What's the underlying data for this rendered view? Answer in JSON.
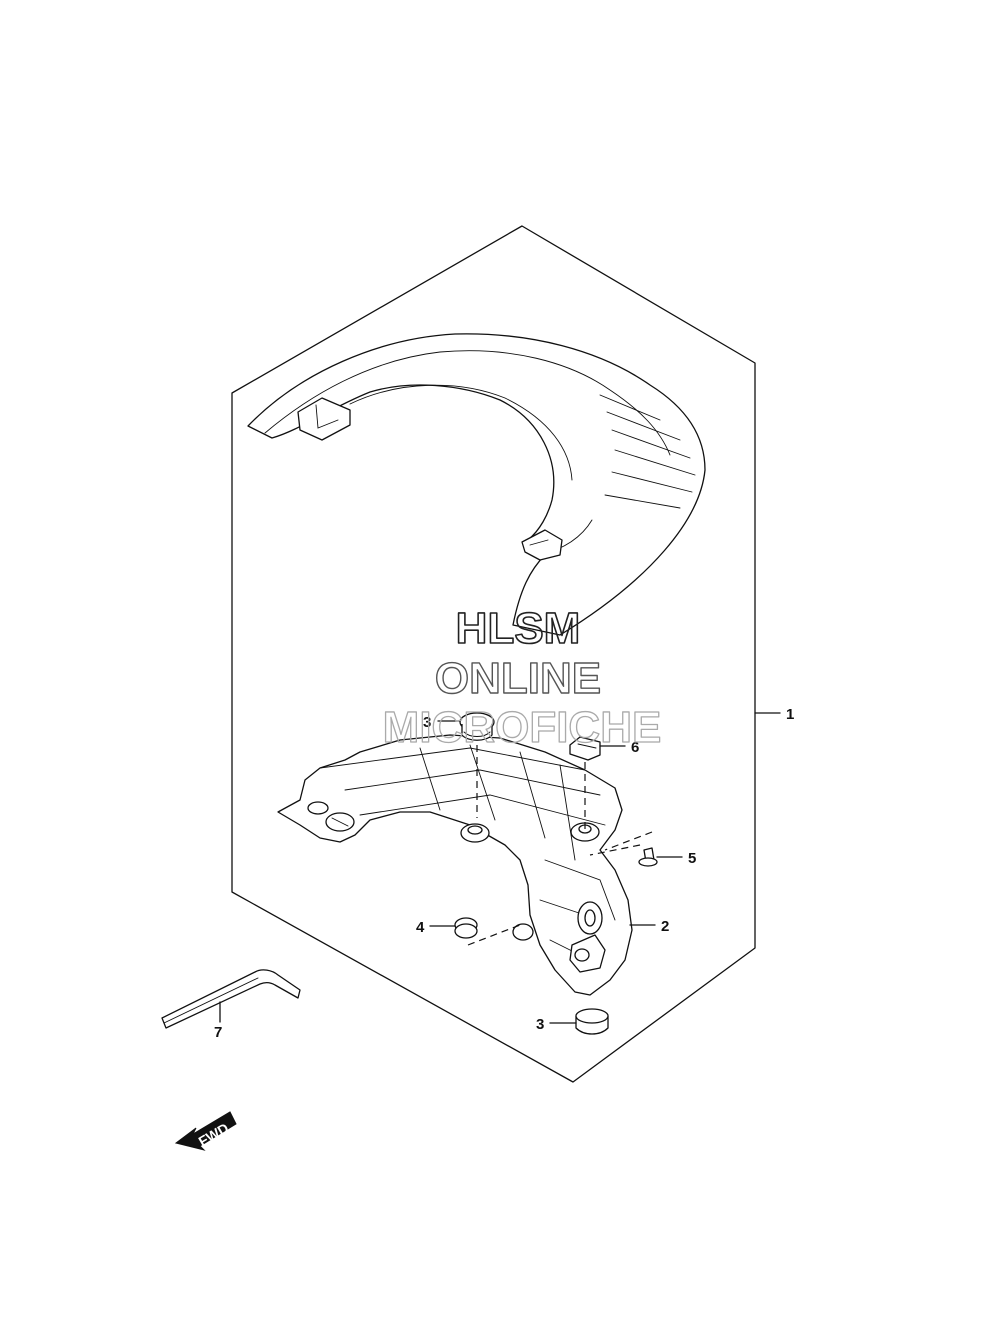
{
  "watermark": {
    "line1": "HLSM",
    "line2": "ONLINE",
    "line3": "MICROFICHE"
  },
  "callouts": {
    "c1": "1",
    "c2": "2",
    "c3a": "3",
    "c3b": "3",
    "c4": "4",
    "c5": "5",
    "c6": "6",
    "c7": "7"
  },
  "fwd_label": "FWD"
}
